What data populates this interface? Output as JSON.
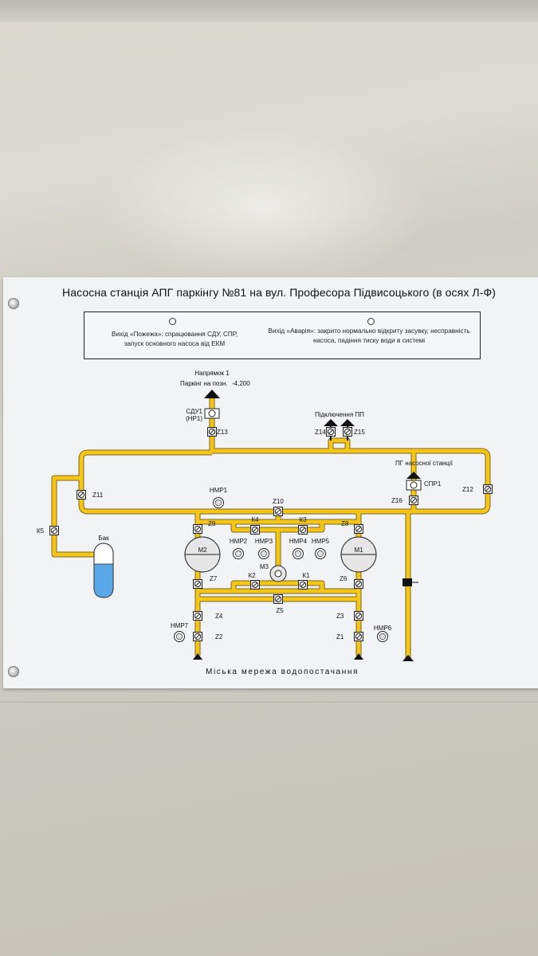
{
  "plate": {
    "title": "Насосна станція АПГ паркінгу №81 на вул. Професора Підвисоцького (в осях Л-Ф)",
    "legend": {
      "fire_line1": "Вихід «Пожежа»: спрацювання СДУ, СПР,",
      "fire_line2": "запуск основного насоса від ЕКМ",
      "alarm_line1": "Вихід «Аварія»: закрито нормально відкриту засувку, несправність",
      "alarm_line2": "насоса, падіння тиску води в системі"
    },
    "footer": "Міська мережа водопостачання"
  },
  "diagram": {
    "direction_label": "Напрямок 1",
    "parking_label": "Паркінг на позн.",
    "parking_level": "-4,200",
    "connection_label": "Підключення ПП",
    "station_label": "ПГ насосної станції",
    "tank_label": "Бак",
    "sdu_label": "СДУ1",
    "sdu_sub": "(НР1)",
    "spr_label": "СПР1",
    "pump_left": "М2",
    "pump_right": "М1",
    "pump_center": "М3",
    "valves": {
      "z1": "Z1",
      "z2": "Z2",
      "z3": "Z3",
      "z4": "Z4",
      "z5": "Z5",
      "z6": "Z6",
      "z7": "Z7",
      "z8": "Z8",
      "z9": "Z9",
      "z10": "Z10",
      "z11": "Z11",
      "z12": "Z12",
      "z13": "Z13",
      "z14": "Z14",
      "z15": "Z15",
      "z16": "Z16",
      "k1": "К1",
      "k2": "К2",
      "k3": "К3",
      "k4": "К4",
      "k5": "К5"
    },
    "gauges": {
      "nmp1": "НМР1",
      "nmp2": "НМР2",
      "nmp3": "НМР3",
      "nmp4": "НМР4",
      "nmp5": "НМР5",
      "nmp6": "НМР6",
      "nmp7": "НМР7"
    },
    "colors": {
      "pipe": "#f5c518",
      "pipe_outline": "#7a6a20",
      "water": "#5aa9e6"
    }
  }
}
